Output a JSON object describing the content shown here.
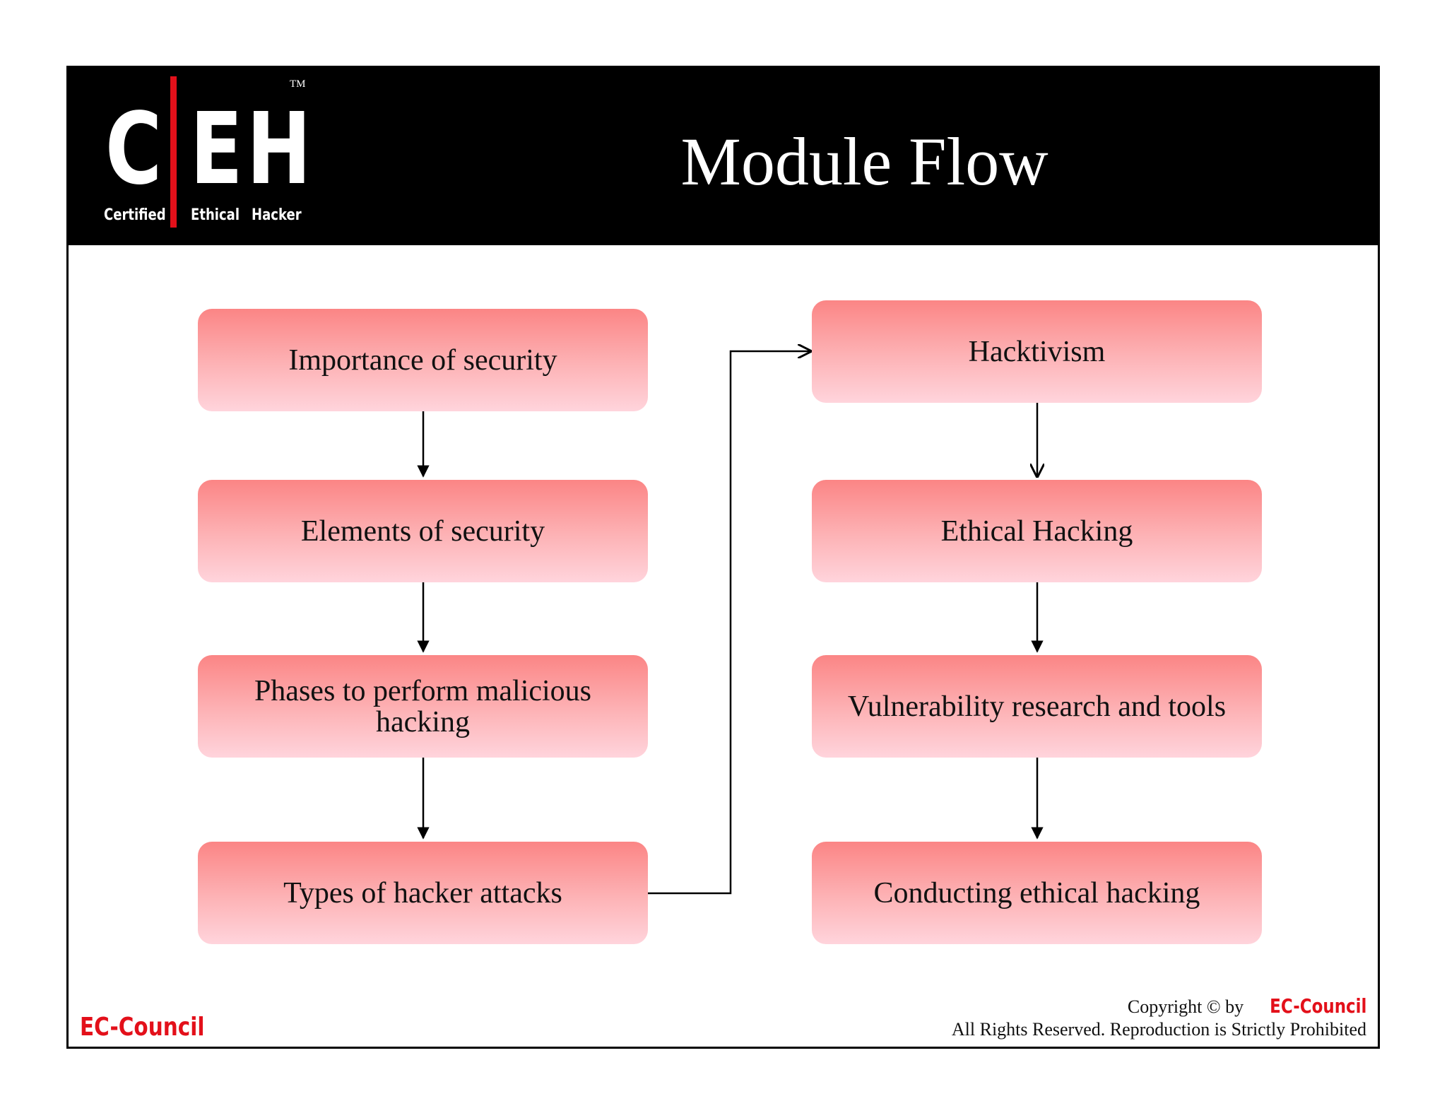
{
  "header": {
    "title": "Module Flow",
    "logo": {
      "letters": [
        "C",
        "E",
        "H"
      ],
      "words": [
        "Certified",
        "Ethical",
        "Hacker"
      ],
      "tm": "TM"
    }
  },
  "flow": {
    "left_column": [
      "Importance of security",
      "Elements of security",
      "Phases to perform malicious hacking",
      "Types of hacker attacks"
    ],
    "right_column": [
      "Hacktivism",
      "Ethical Hacking",
      "Vulnerability research and tools",
      "Conducting ethical hacking"
    ]
  },
  "footer": {
    "brand": "EC-Council",
    "copyright_prefix": "Copyright © by",
    "copyright_brand": "EC-Council",
    "rights": "All Rights Reserved. Reproduction is Strictly Prohibited"
  },
  "colors": {
    "accent": "#e3101a",
    "box_top": "#fb8585",
    "box_bottom": "#ffd4dc"
  }
}
